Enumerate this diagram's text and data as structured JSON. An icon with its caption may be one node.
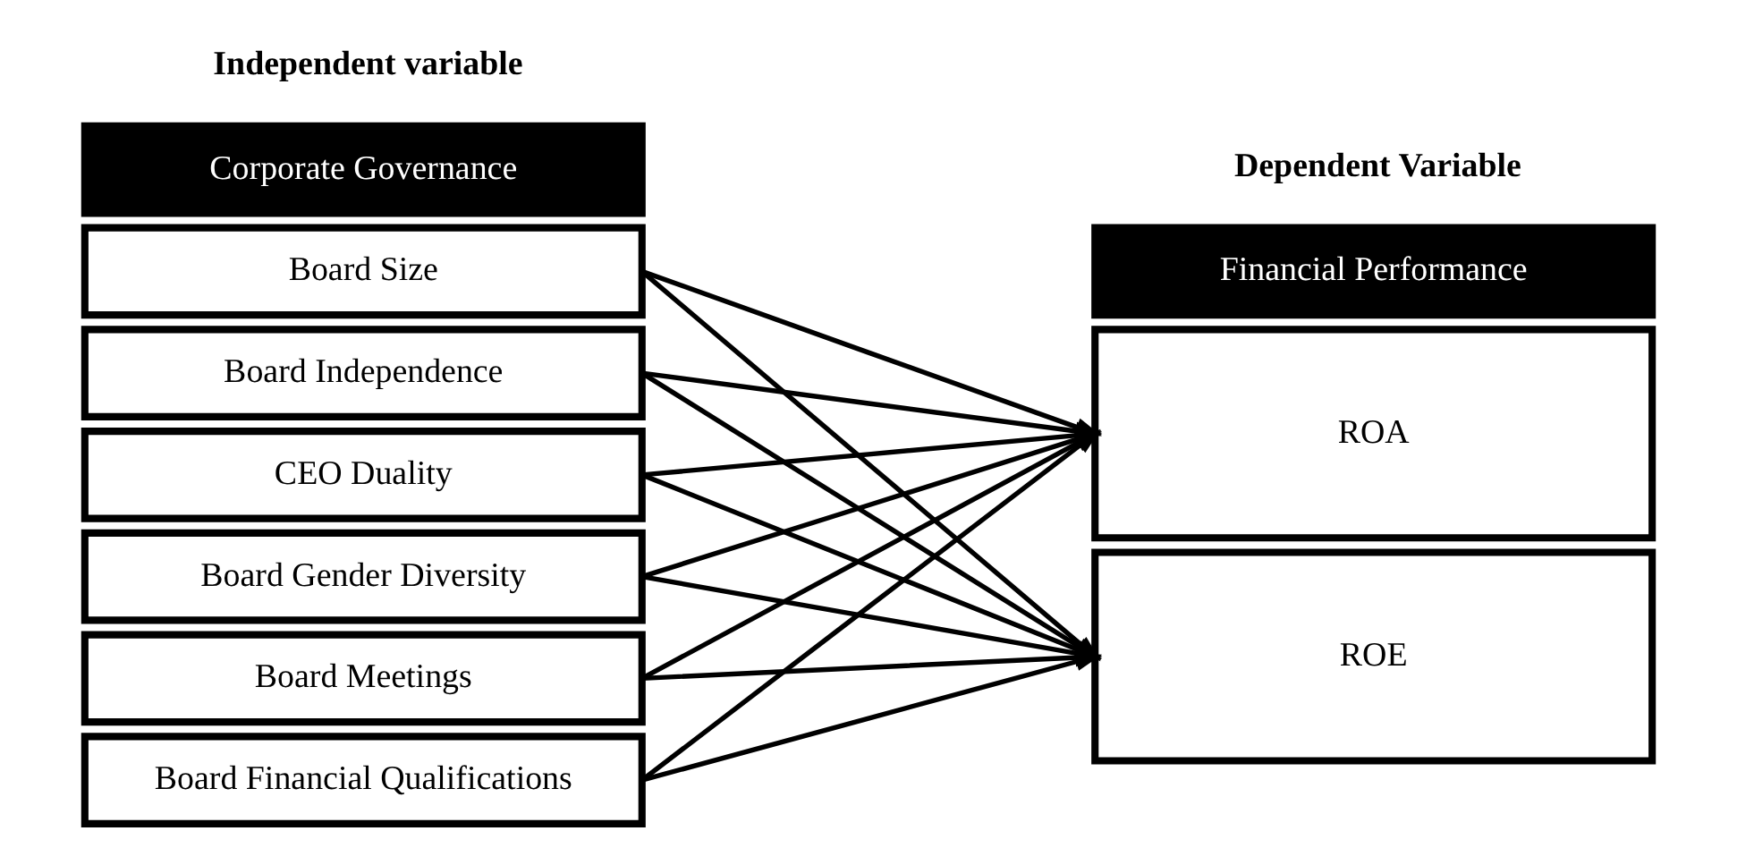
{
  "diagram": {
    "nodes": [
      {
        "text": [
          "Corporate Governance"
        ]
      },
      {
        "text": [
          "Board Size"
        ]
      },
      {
        "text": [
          "Board Independence"
        ]
      },
      {
        "text": [
          "CEO Duality"
        ]
      },
      {
        "text": [
          "Board Gender Diversity"
        ]
      },
      {
        "text": [
          "Board Meetings"
        ]
      },
      {
        "text": [
          "Board Financial Qualifications"
        ]
      },
      {
        "text": [
          "Financial Performance"
        ]
      },
      {
        "text": [
          "ROA"
        ]
      },
      {
        "text": [
          "ROE"
        ]
      }
    ],
    "edges": [
      {
        "from": 1,
        "to": 8,
        "arrow": "to"
      },
      {
        "from": 1,
        "to": 9,
        "arrow": "to"
      },
      {
        "from": 2,
        "to": 8,
        "arrow": "to"
      },
      {
        "from": 2,
        "to": 9,
        "arrow": "to"
      },
      {
        "from": 3,
        "to": 8,
        "arrow": "to"
      },
      {
        "from": 3,
        "to": 9,
        "arrow": "to"
      },
      {
        "from": 4,
        "to": 8,
        "arrow": "to"
      },
      {
        "from": 4,
        "to": 9,
        "arrow": "to"
      },
      {
        "from": 5,
        "to": 8,
        "arrow": "to"
      },
      {
        "from": 5,
        "to": 9,
        "arrow": "to"
      },
      {
        "from": 6,
        "to": 8,
        "arrow": "to"
      },
      {
        "from": 6,
        "to": 9,
        "arrow": "to"
      }
    ],
    "labels": [
      "Independent variable",
      "Dependent Variable"
    ]
  }
}
